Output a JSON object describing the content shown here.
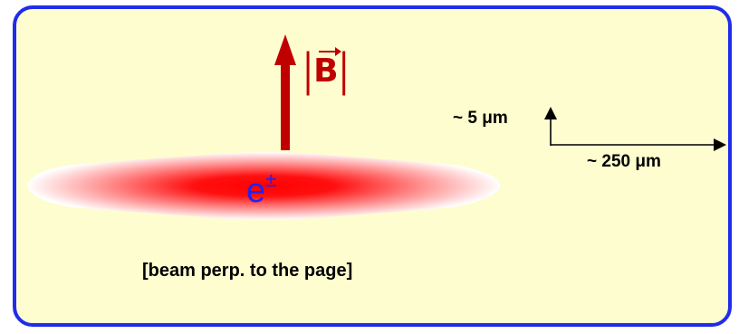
{
  "particle_label": {
    "base": "e",
    "superscript": "±"
  },
  "field_label": {
    "bar_left": "|",
    "symbol": "B",
    "bar_right": "|"
  },
  "scale_vertical": "~ 5 μm",
  "scale_horizontal": "~ 250 μm",
  "caption": "[beam perp. to the page]",
  "colors": {
    "panel_border": "#1f2dea",
    "panel_fill": "#fefdcf",
    "beam_core": "#ff0000",
    "field_arrow": "#c00000",
    "particle_text": "#2323f0"
  }
}
